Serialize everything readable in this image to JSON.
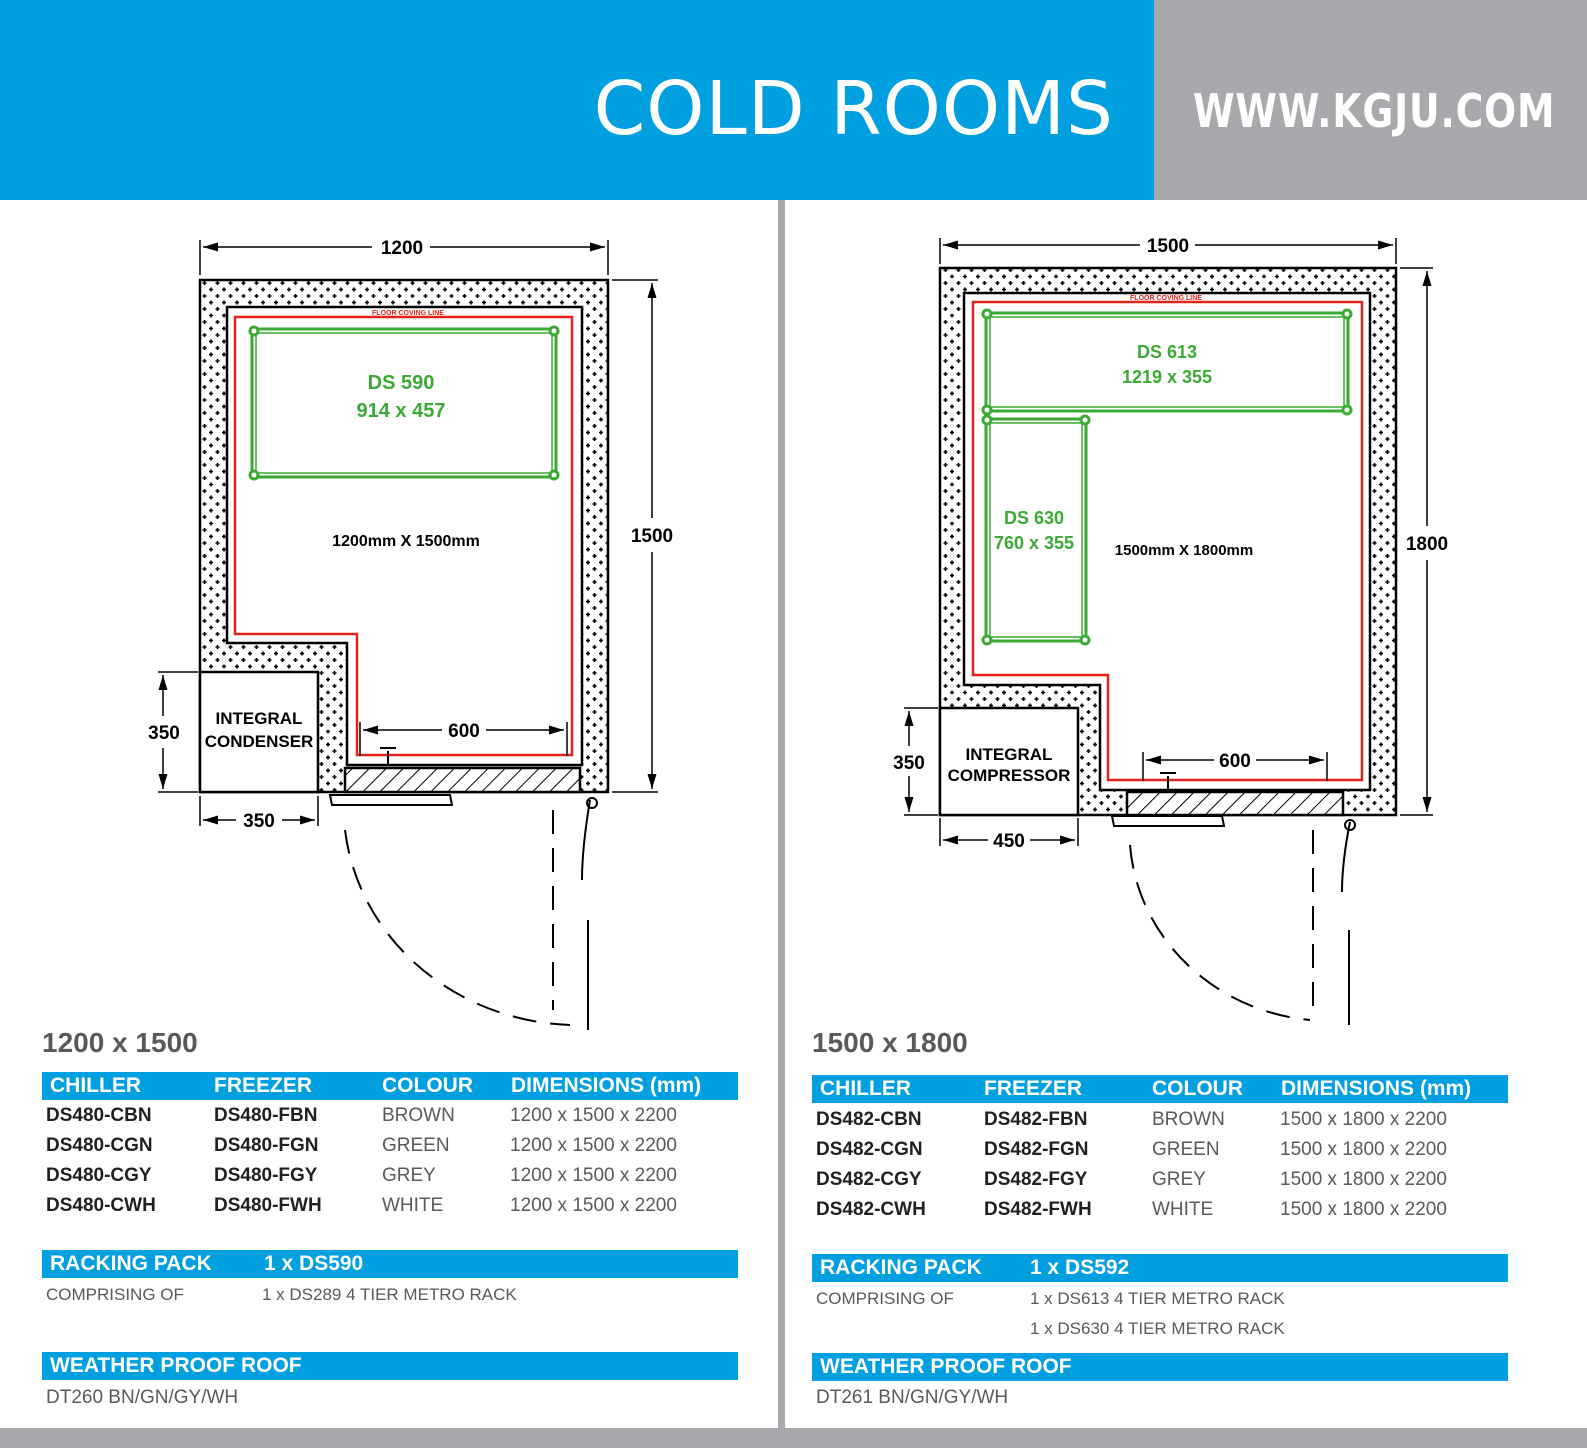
{
  "header": {
    "title": "COLD ROOMS",
    "url": "WWW.KGJU.COM"
  },
  "colors": {
    "brand_blue": "#009fe0",
    "grey": "#a7a9ac",
    "rack_green": "#3aaa35",
    "coving_red": "#e2231a"
  },
  "left": {
    "plan": {
      "width_dim": "1200",
      "depth_dim": "1500",
      "unit_height_dim": "350",
      "unit_width_dim": "350",
      "door_dim": "600",
      "unit_label1": "INTEGRAL",
      "unit_label2": "CONDENSER",
      "room_label": "1200mm X 1500mm",
      "coving": "FLOOR COVING LINE",
      "rack1_name": "DS 590",
      "rack1_size": "914 x 457"
    },
    "size_title": "1200 x 1500",
    "columns": [
      "CHILLER",
      "FREEZER",
      "COLOUR",
      "DIMENSIONS (mm)"
    ],
    "rows": [
      [
        "DS480-CBN",
        "DS480-FBN",
        "BROWN",
        "1200 x 1500 x 2200"
      ],
      [
        "DS480-CGN",
        "DS480-FGN",
        "GREEN",
        "1200 x 1500 x 2200"
      ],
      [
        "DS480-CGY",
        "DS480-FGY",
        "GREY",
        "1200 x 1500 x 2200"
      ],
      [
        "DS480-CWH",
        "DS480-FWH",
        "WHITE",
        "1200 x 1500 x 2200"
      ]
    ],
    "racking_label": "RACKING PACK",
    "racking_value": "1 x DS590",
    "comprising_label": "COMPRISING OF",
    "comprising": [
      "1 x DS289 4 TIER METRO RACK"
    ],
    "roof_label": "WEATHER PROOF ROOF",
    "roof_value": "DT260 BN/GN/GY/WH"
  },
  "right": {
    "plan": {
      "width_dim": "1500",
      "depth_dim": "1800",
      "unit_height_dim": "350",
      "unit_width_dim": "450",
      "door_dim": "600",
      "unit_label1": "INTEGRAL",
      "unit_label2": "COMPRESSOR",
      "room_label": "1500mm X 1800mm",
      "coving": "FLOOR COVING LINE",
      "rack1_name": "DS 613",
      "rack1_size": "1219 x 355",
      "rack2_name": "DS 630",
      "rack2_size": "760 x 355"
    },
    "size_title": "1500 x 1800",
    "columns": [
      "CHILLER",
      "FREEZER",
      "COLOUR",
      "DIMENSIONS (mm)"
    ],
    "rows": [
      [
        "DS482-CBN",
        "DS482-FBN",
        "BROWN",
        "1500 x 1800 x 2200"
      ],
      [
        "DS482-CGN",
        "DS482-FGN",
        "GREEN",
        "1500 x 1800 x 2200"
      ],
      [
        "DS482-CGY",
        "DS482-FGY",
        "GREY",
        "1500 x 1800 x 2200"
      ],
      [
        "DS482-CWH",
        "DS482-FWH",
        "WHITE",
        "1500 x 1800 x 2200"
      ]
    ],
    "racking_label": "RACKING PACK",
    "racking_value": "1 x DS592",
    "comprising_label": "COMPRISING OF",
    "comprising": [
      "1 x DS613 4 TIER METRO RACK",
      "1 x DS630 4 TIER METRO RACK"
    ],
    "roof_label": "WEATHER PROOF ROOF",
    "roof_value": "DT261 BN/GN/GY/WH"
  }
}
